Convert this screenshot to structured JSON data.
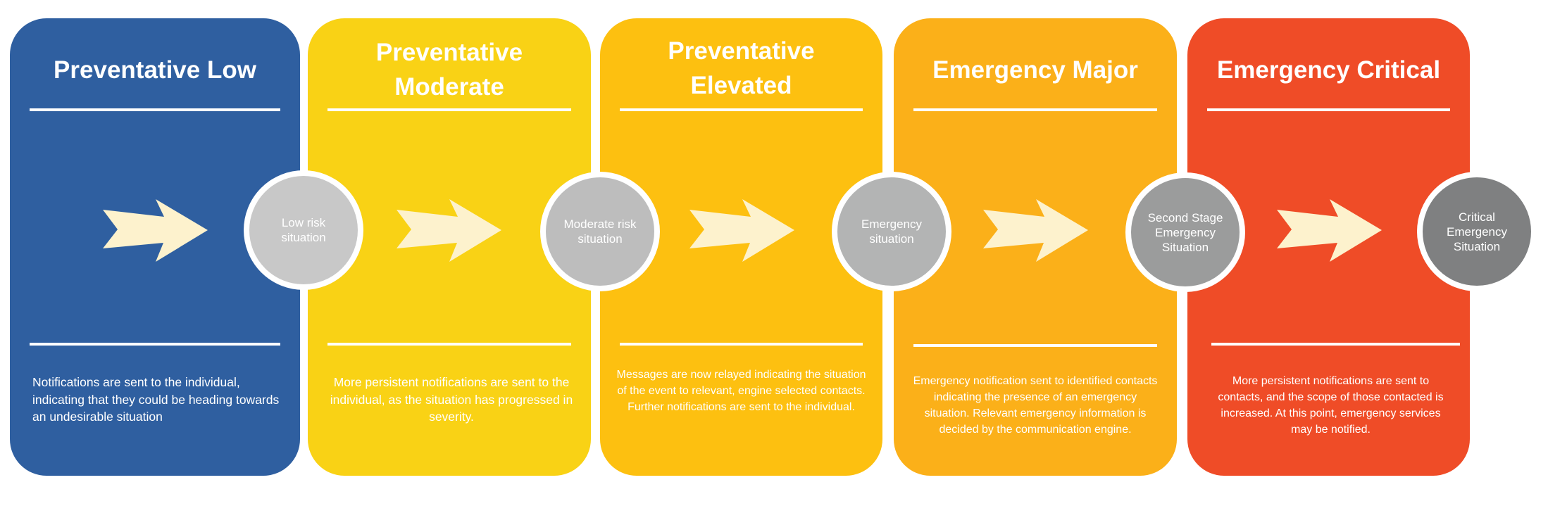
{
  "diagram": {
    "title": "Notification severity levels",
    "arrow_color": "#fdf2cd",
    "stages": [
      {
        "title": "Preventative Low",
        "color": "#2f5fa0",
        "description": "Notifications are sent to the individual, indicating that they could be heading towards an undesirable situation",
        "circle_label": "Low risk situation",
        "circle_color": "#c8c8c8"
      },
      {
        "title": "Preventative Moderate",
        "color": "#f9d215",
        "description": "More persistent notifications are sent to the individual, as the situation has progressed in severity.",
        "circle_label": "Moderate risk situation",
        "circle_color": "#bdbdbd"
      },
      {
        "title": "Preventative Elevated",
        "color": "#fdc010",
        "description": "Messages are now relayed indicating the situation of the event to relevant, engine selected contacts. Further notifications are sent to the individual.",
        "circle_label": "Emergency situation",
        "circle_color": "#b3b4b4"
      },
      {
        "title": "Emergency Major",
        "color": "#fbb019",
        "description": "Emergency notification sent to identified contacts indicating the presence of an emergency situation. Relevant emergency information is decided by the communication engine.",
        "circle_label": "Second Stage Emergency Situation",
        "circle_color": "#9b9c9c"
      },
      {
        "title": "Emergency Critical",
        "color": "#ef4c27",
        "description": "More persistent notifications are sent to contacts, and the scope of those contacted is increased. At this point, emergency services may be notified.",
        "circle_label": "Critical Emergency Situation",
        "circle_color": "#7f8081"
      }
    ]
  }
}
